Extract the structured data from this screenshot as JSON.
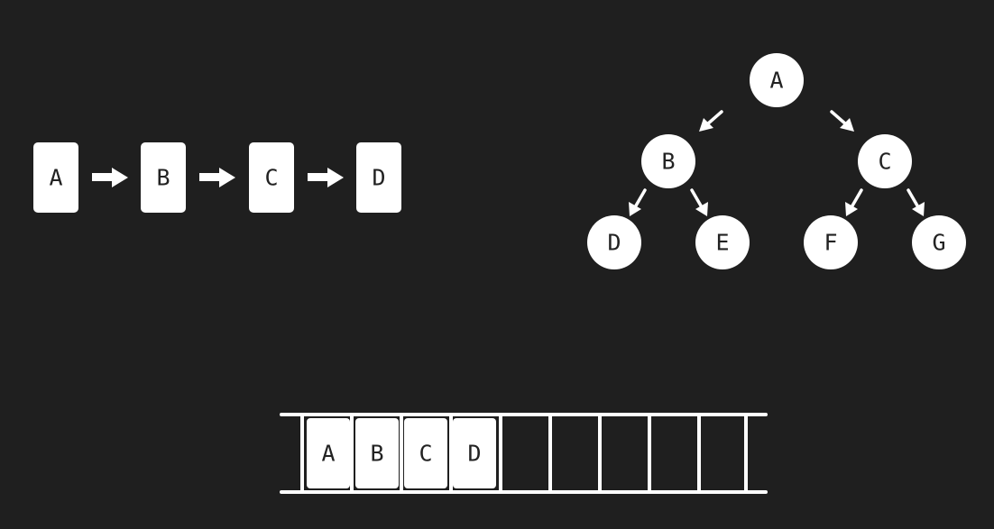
{
  "colors": {
    "background": "#1f1f1f",
    "node_fill": "#ffffff",
    "node_text": "#222222",
    "stroke": "#ffffff"
  },
  "linked_list": {
    "nodes": [
      "A",
      "B",
      "C",
      "D"
    ]
  },
  "tree": {
    "root": "A",
    "level1": [
      "B",
      "C"
    ],
    "level2": [
      "D",
      "E",
      "F",
      "G"
    ]
  },
  "array": {
    "cells": [
      "A",
      "B",
      "C",
      "D",
      "",
      "",
      "",
      "",
      ""
    ]
  }
}
